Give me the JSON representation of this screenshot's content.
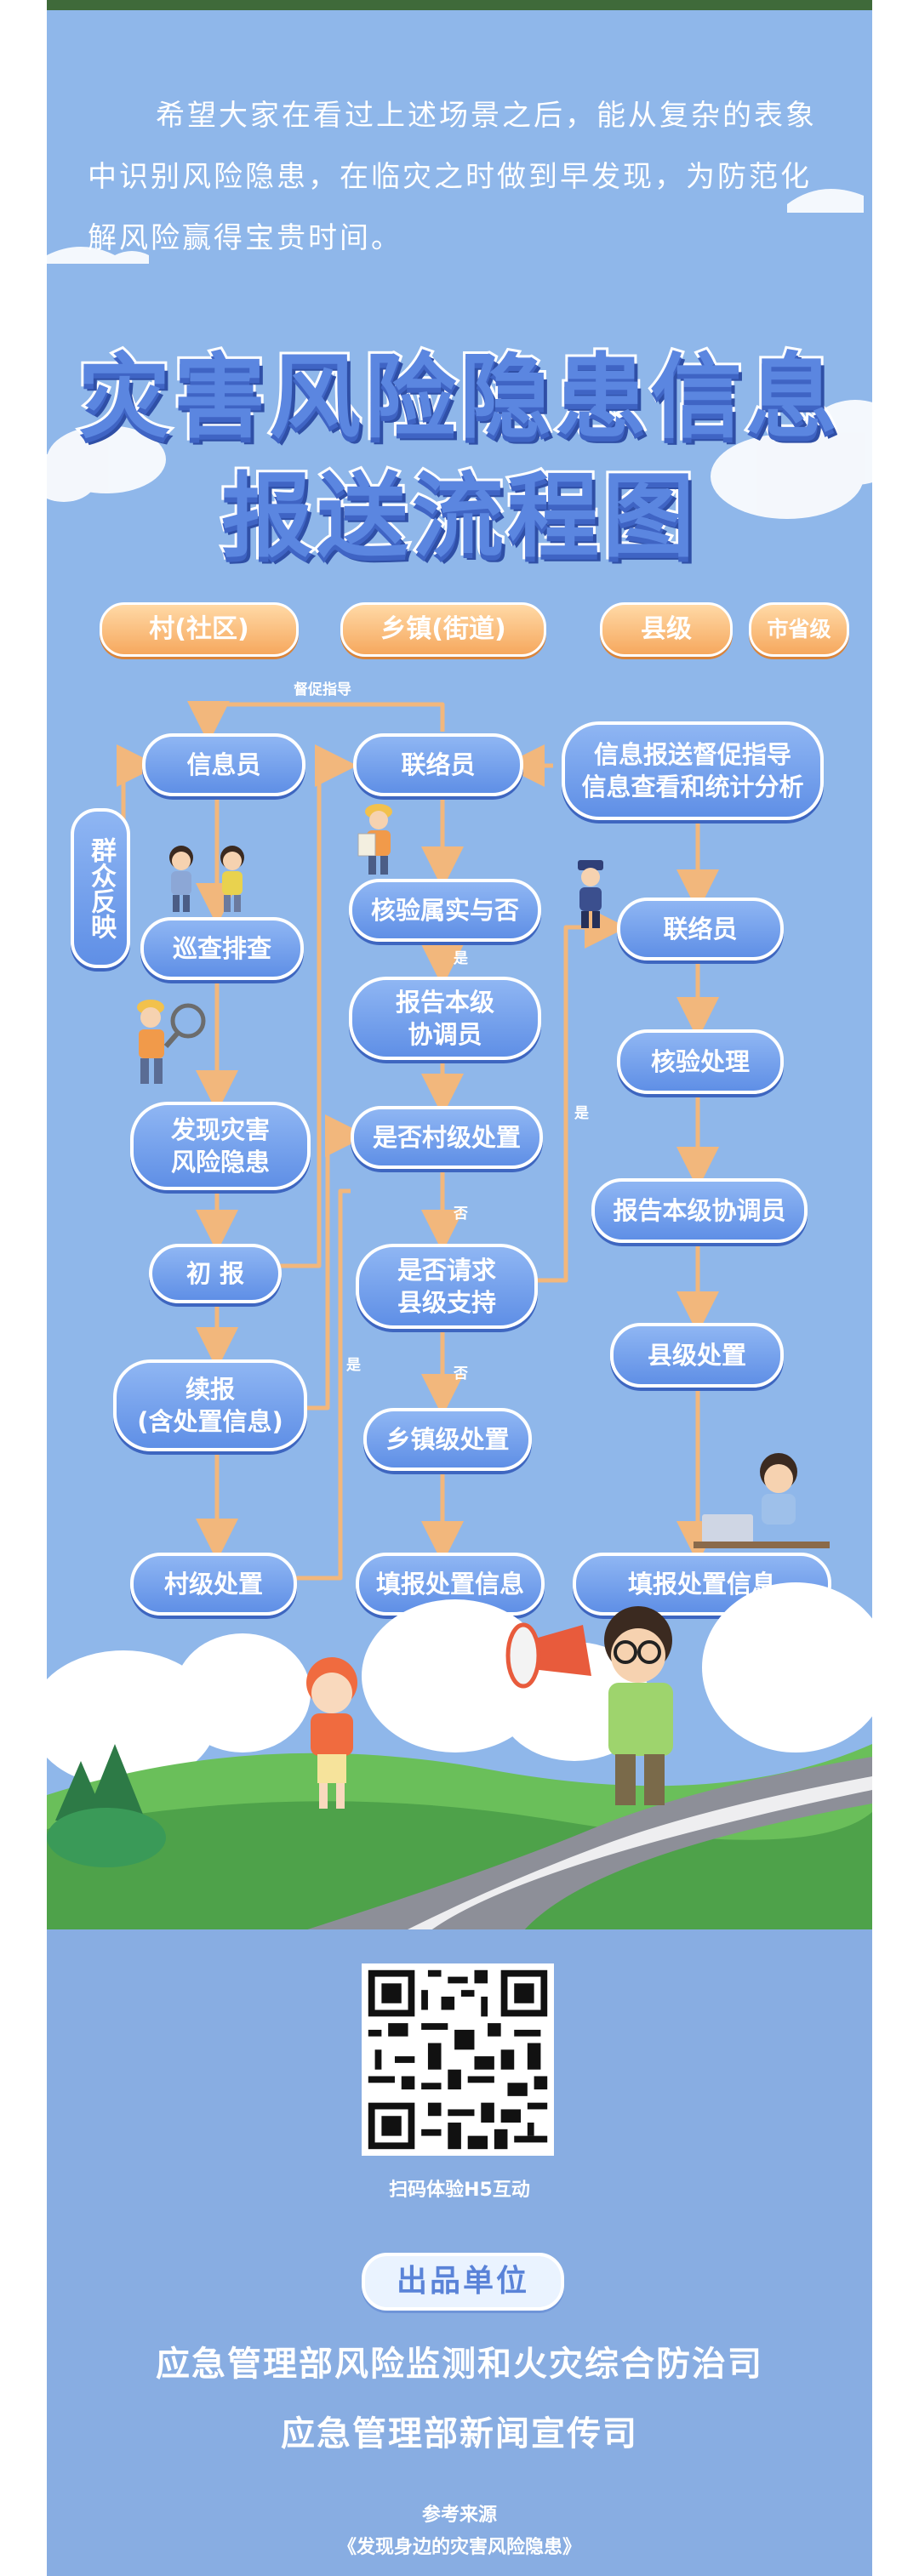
{
  "intro_text": "希望大家在看过上述场景之后，能从复杂的表象中识别风险隐患，在临灾之时做到早发现，为防范化解风险赢得宝贵时间。",
  "title_line1": "灾害风险隐患信息",
  "title_line2": "报送流程图",
  "levels": {
    "village": "村(社区)",
    "town": "乡镇(街道)",
    "county": "县级",
    "city": "市省级"
  },
  "nodes": {
    "info_officer": "信息员",
    "liaison_town": "联络员",
    "supervision": "信息报送督促指导\n信息查看和统计分析",
    "masses": "群众反映",
    "patrol": "巡查排查",
    "verify_truth": "核验属实与否",
    "liaison_county": "联络员",
    "report_coordinator": "报告本级\n协调员",
    "discover": "发现灾害\n风险隐患",
    "verify_handle": "核验处理",
    "village_handle_q": "是否村级处置",
    "report_county_coord": "报告本级协调员",
    "initial_report": "初 报",
    "request_county": "是否请求\n县级支持",
    "follow_report": "续报\n(含处置信息)",
    "county_handle": "县级处置",
    "town_handle": "乡镇级处置",
    "village_handle": "村级处置",
    "fill_town": "填报处置信息",
    "fill_county": "填报处置信息"
  },
  "edge_labels": {
    "supervise": "督促指导",
    "yes1": "是",
    "no1": "否",
    "yes2": "是",
    "no2": "否",
    "yes3": "是"
  },
  "scan_text": "扫码体验H5互动",
  "producer_label": "出品单位",
  "org1": "应急管理部风险监测和火灾综合防治司",
  "org2": "应急管理部新闻宣传司",
  "source_label": "参考来源",
  "source_title": "《发现身边的灾害风险隐患》",
  "colors": {
    "sky": "#8fb7ea",
    "node": "#6c98e8",
    "level": "#f6a85e",
    "arrow": "#f2b77c"
  }
}
